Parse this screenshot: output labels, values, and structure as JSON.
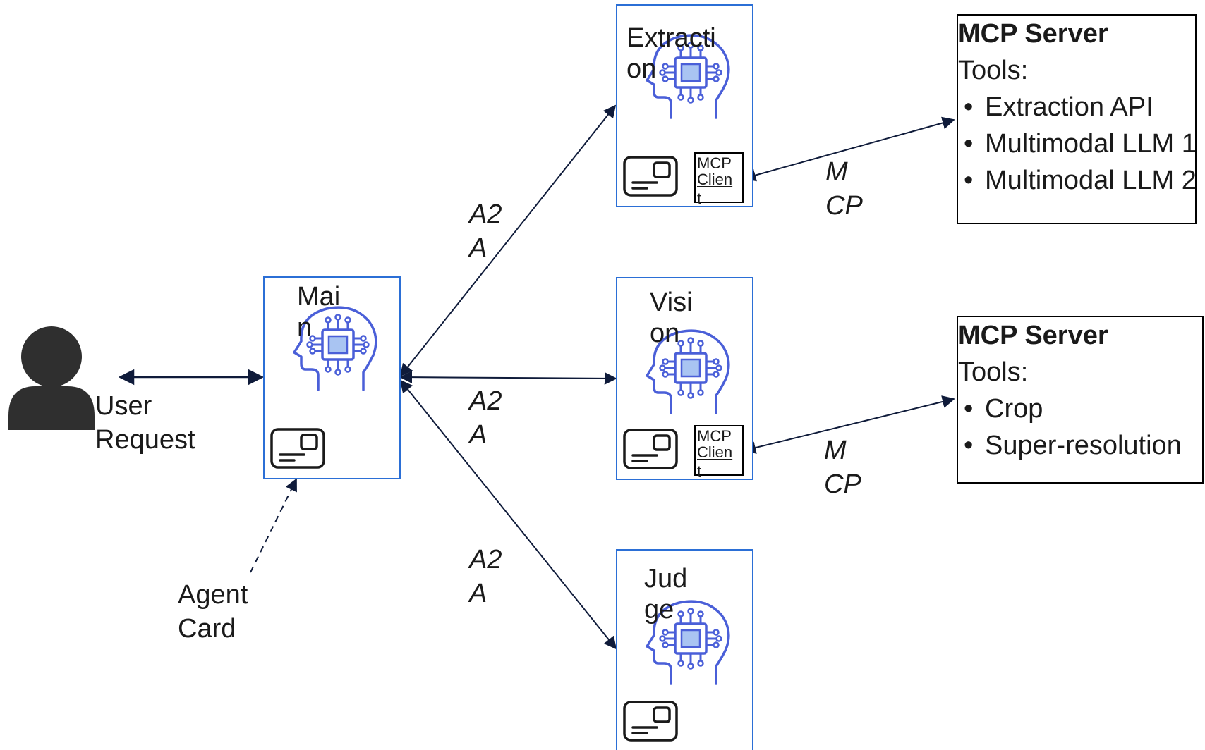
{
  "user": {
    "label_line1": "User",
    "label_line2": "Request"
  },
  "agent_card": {
    "label_line1": "Agent",
    "label_line2": "Card"
  },
  "agents": {
    "main": {
      "name_line1": "Mai",
      "name_line2": "n"
    },
    "extraction": {
      "name_line1": "Extracti",
      "name_line2": "on",
      "client_line1": "MCP",
      "client_line2": "Clien",
      "client_line3": "t"
    },
    "vision": {
      "name_line1": "Visi",
      "name_line2": "on",
      "client_line1": "MCP",
      "client_line2": "Clien",
      "client_line3": "t"
    },
    "judge": {
      "name_line1": "Jud",
      "name_line2": "ge"
    }
  },
  "edges": {
    "a2a_top": {
      "line1": "A2",
      "line2": "A"
    },
    "a2a_mid": {
      "line1": "A2",
      "line2": "A"
    },
    "a2a_bottom": {
      "line1": "A2",
      "line2": "A"
    },
    "mcp_top": {
      "line1": "M",
      "line2": "CP"
    },
    "mcp_bottom": {
      "line1": "M",
      "line2": "CP"
    }
  },
  "servers": {
    "top": {
      "title": "MCP Server",
      "subtitle": "Tools:",
      "tools": [
        "Extraction API",
        "Multimodal LLM 1",
        "Multimodal LLM 2"
      ]
    },
    "bottom": {
      "title": "MCP Server",
      "subtitle": "Tools:",
      "tools": [
        "Crop",
        "Super-resolution"
      ]
    }
  },
  "colors": {
    "agent_border": "#2b6fd6",
    "head": "#4a5fd8",
    "chip": "#a9c4f2",
    "line": "#0f1b3a",
    "person": "#2f2f2f"
  },
  "icons": [
    "person-icon",
    "ai-head-icon",
    "agent-card-icon"
  ]
}
